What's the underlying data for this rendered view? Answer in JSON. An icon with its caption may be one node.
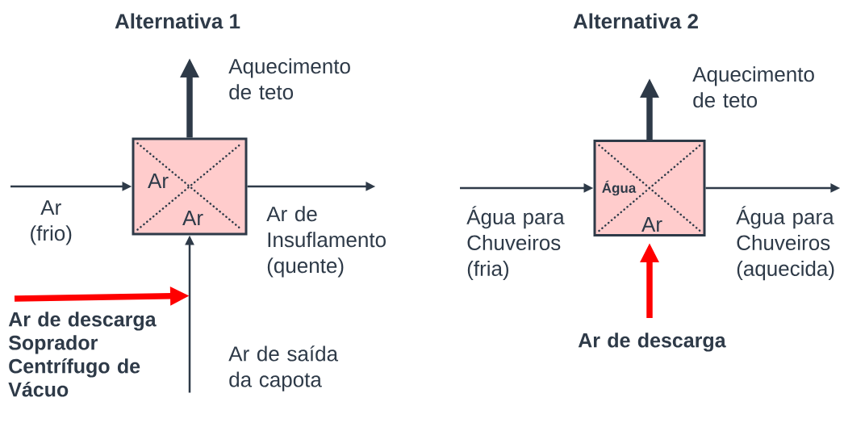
{
  "diagram": {
    "nodes": [
      {
        "text": [
          "Ar",
          "Ar"
        ]
      },
      {
        "text": [
          "Ar (frio)"
        ]
      },
      {
        "text": [
          "Aquecimento de teto"
        ]
      },
      {
        "text": [
          "Ar de Insuflamento (quente)"
        ]
      },
      {
        "text": [
          "Ar de saída da capota"
        ]
      },
      {
        "text": [
          "Ar de descarga Soprador Centrífugo de Vácuo"
        ]
      },
      {
        "text": [
          "Água",
          "Ar"
        ]
      },
      {
        "text": [
          "Água para Chuveiros (fria)"
        ]
      },
      {
        "text": [
          "Aquecimento de teto"
        ]
      },
      {
        "text": [
          "Água para Chuveiros (aquecida)"
        ]
      },
      {
        "text": [
          "Ar de descarga"
        ]
      }
    ],
    "edges": [
      {
        "from": 1,
        "to": 0,
        "arrow": "to"
      },
      {
        "from": 0,
        "to": 2,
        "arrow": "to",
        "style": "thick"
      },
      {
        "from": 0,
        "to": 3,
        "arrow": "to"
      },
      {
        "from": null,
        "to": 0,
        "arrow": "to"
      },
      {
        "from": 5,
        "to": null,
        "arrow": "to",
        "style": "thick",
        "color": "#ff0000"
      },
      {
        "from": 7,
        "to": 6,
        "arrow": "to"
      },
      {
        "from": 6,
        "to": 8,
        "arrow": "to",
        "style": "thick"
      },
      {
        "from": 6,
        "to": 9,
        "arrow": "to"
      },
      {
        "from": 10,
        "to": 6,
        "arrow": "to",
        "style": "thick",
        "color": "#ff0000"
      }
    ],
    "labels": [
      "Alternativa 1",
      "Alternativa 2"
    ]
  }
}
